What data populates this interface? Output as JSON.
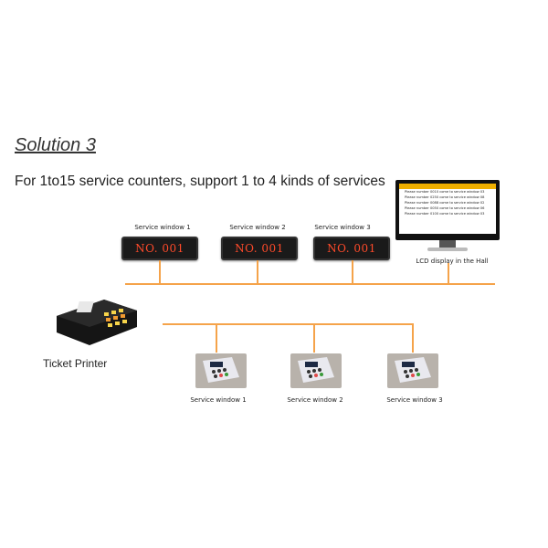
{
  "title": "Solution 3",
  "subtitle": "For 1to15 service counters, support 1 to 4 kinds of services",
  "led_windows": [
    {
      "label": "Service window 1",
      "display": "NO. 001"
    },
    {
      "label": "Service window 2",
      "display": "NO. 001"
    },
    {
      "label": "Service window 3",
      "display": "NO. 001"
    }
  ],
  "lcd": {
    "label": "LCD display in the Hall",
    "rows": [
      "Please number 0010 come to service window  03",
      "Please number 0250 come to service window  08",
      "Please number 0088 come to service window  02",
      "Please number 0050 come to service window  06",
      "Please number 0100 come to service window  03"
    ]
  },
  "printer": {
    "label": "Ticket Printer"
  },
  "keypads": [
    {
      "label": "Service window 1"
    },
    {
      "label": "Service window 2"
    },
    {
      "label": "Service window 3"
    }
  ],
  "colors": {
    "connector": "#f5a34a",
    "led_text": "#ff4a2a",
    "lcd_header": "#f0b000"
  }
}
